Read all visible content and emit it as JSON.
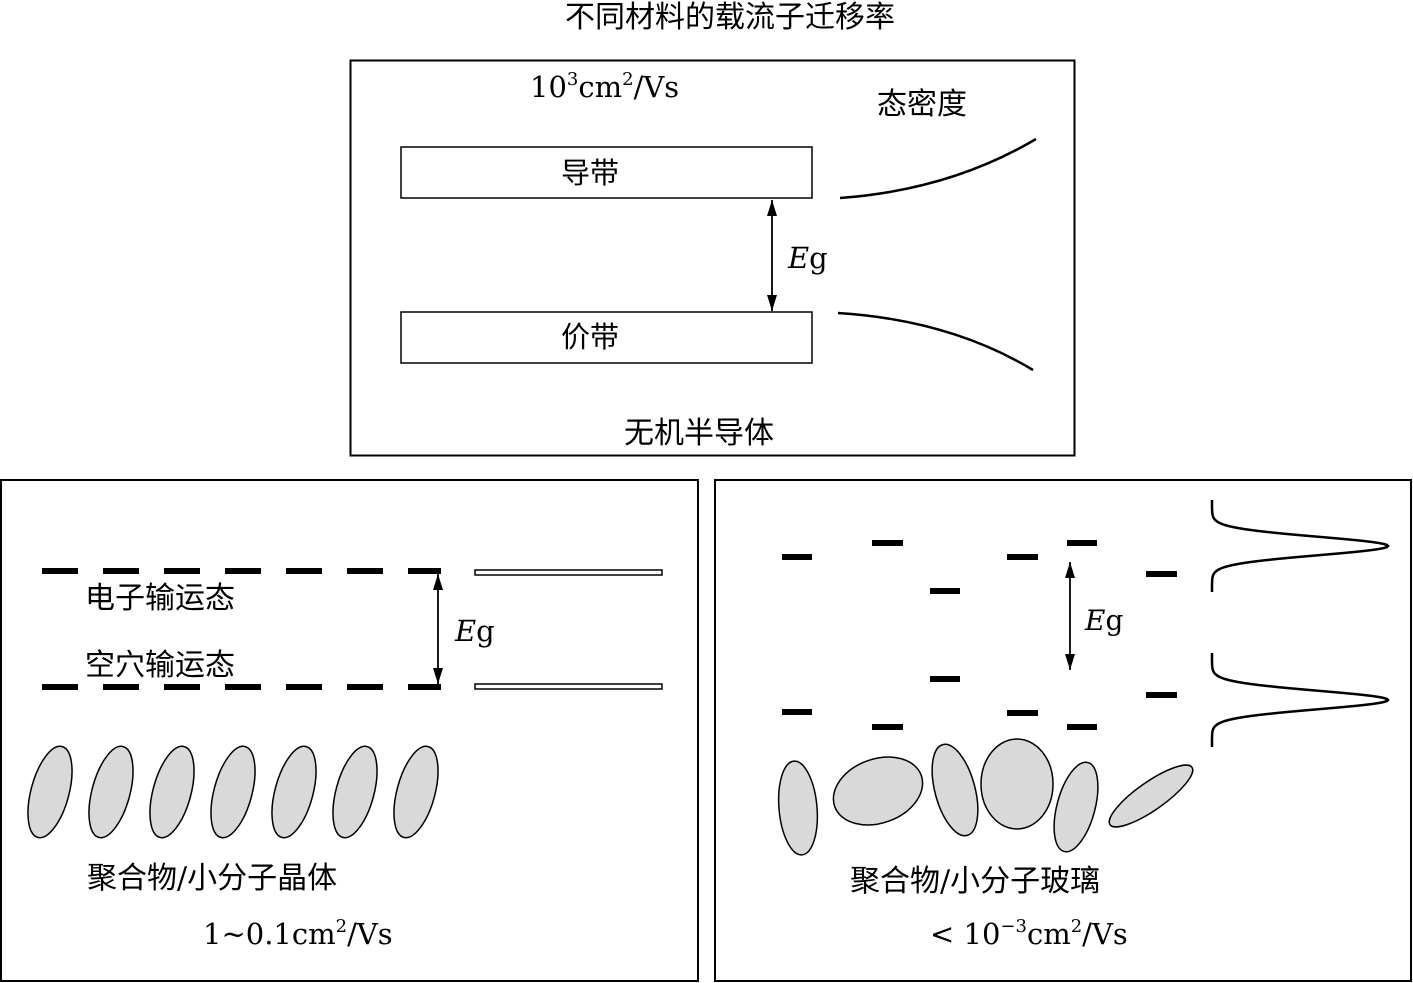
{
  "title": "不同材料的载流子迁移率",
  "inorganic": {
    "mobility": {
      "base": "10",
      "exp": "3",
      "unit": "cm",
      "unit_exp": "2",
      "tail": "/Vs"
    },
    "dos_label": "态密度",
    "conduction_band": "导带",
    "valence_band": "价带",
    "gap": {
      "italic": "E",
      "rest": "g"
    },
    "caption": "无机半导体"
  },
  "crystal": {
    "electron_states": "电子输运态",
    "hole_states": "空穴输运态",
    "gap": {
      "italic": "E",
      "rest": "g"
    },
    "caption": "聚合物/小分子晶体",
    "mobility": {
      "prefix": "1~0.1",
      "unit": "cm",
      "unit_exp": "2",
      "tail": "/Vs"
    }
  },
  "glass": {
    "gap": {
      "italic": "E",
      "rest": "g"
    },
    "caption": "聚合物/小分子玻璃",
    "mobility": {
      "prefix": "< 10",
      "exp": "−3",
      "unit": "cm",
      "unit_exp": "2",
      "tail": "/Vs"
    }
  },
  "colors": {
    "line": "#000000",
    "molecule_fill": "#d9d9d9",
    "background": "#ffffff"
  }
}
